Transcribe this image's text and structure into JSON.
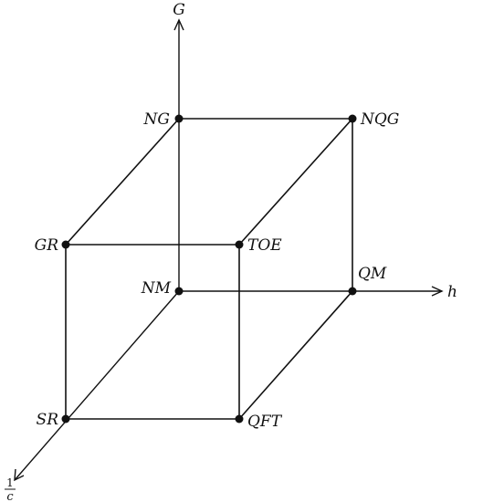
{
  "axes": {
    "vertical_label": "G",
    "horizontal_label": "h",
    "diagonal_label_numerator": "1",
    "diagonal_label_denominator": "c"
  },
  "vertices": {
    "ng": "NG",
    "nqg": "NQG",
    "gr": "GR",
    "toe": "TOE",
    "nm": "NM",
    "qm": "QM",
    "sr": "SR",
    "qft": "QFT"
  }
}
